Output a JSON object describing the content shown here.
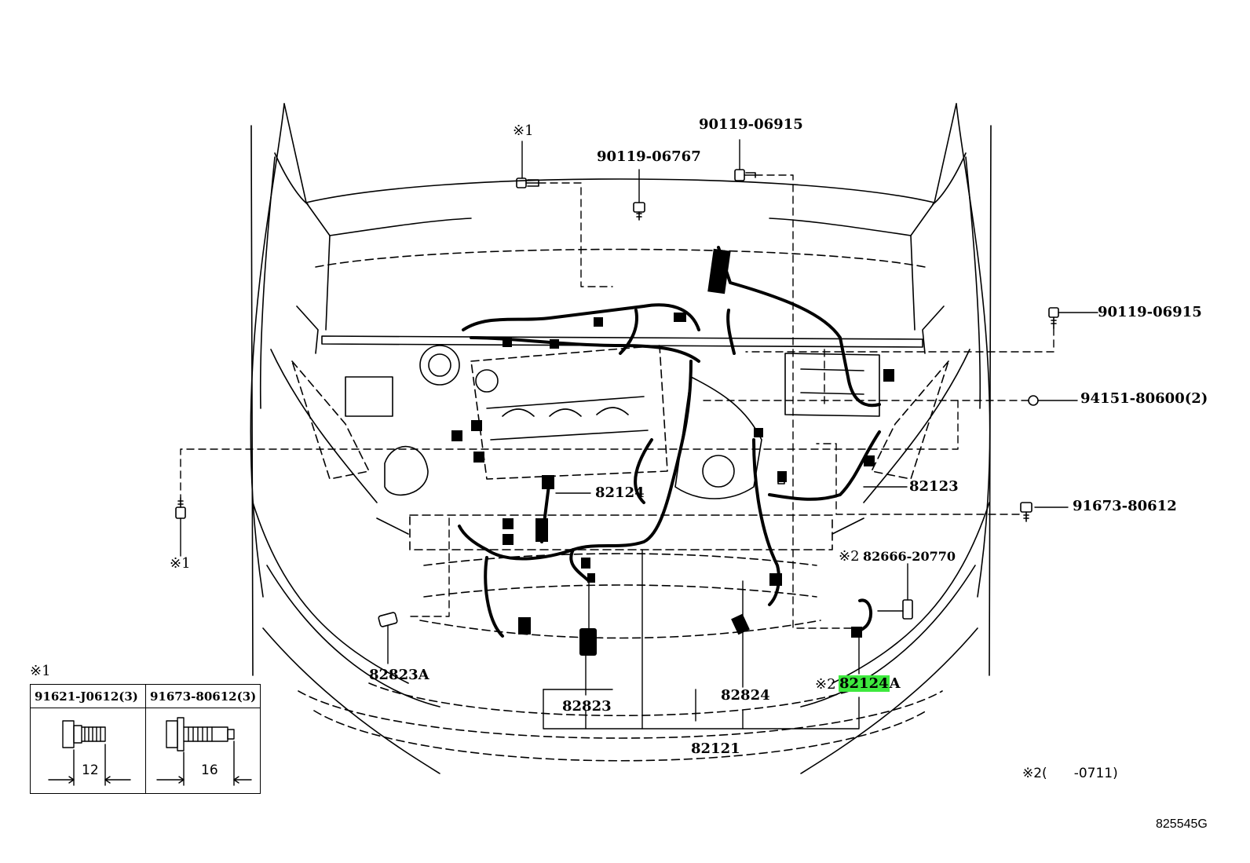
{
  "diagram": {
    "labels": {
      "note1_top": "※1",
      "bolt_90119_06767": "90119-06767",
      "bolt_90119_06915_top": "90119-06915",
      "bolt_90119_06915_right": "90119-06915",
      "clip_94151_80600": "94151-80600(2)",
      "bolt_91673_80612": "91673-80612",
      "note1_left": "※1",
      "harness_82124": "82124",
      "harness_82123": "82123",
      "note2_82666": "※2",
      "clamp_82666_20770": "82666-20770",
      "harness_82823A": "82823A",
      "harness_82823": "82823",
      "harness_82824": "82824",
      "note2_82124A_prefix": "※2",
      "harness_82124A_highlight": "82124",
      "harness_82124A_suffix": "A",
      "wire_82121": "82121",
      "footnote_2": "※2(　　-0711)",
      "figure_ref": "825545G"
    },
    "legend": {
      "title": "※1",
      "col1_part": "91621-J0612(3)",
      "col2_part": "91673-80612(3)",
      "col1_length": "12",
      "col2_length": "16"
    },
    "colors": {
      "line": "#000000",
      "highlight": "#3ee93e",
      "background": "#ffffff"
    }
  }
}
